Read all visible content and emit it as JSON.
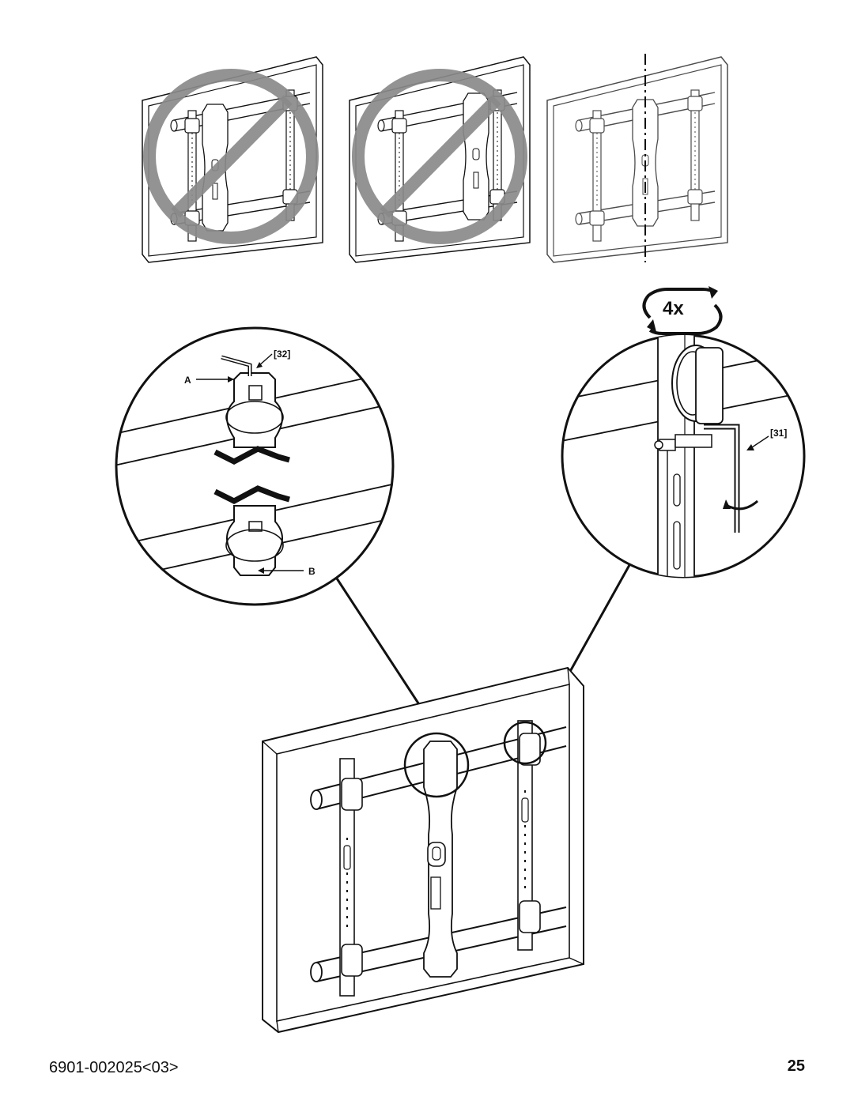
{
  "callouts": {
    "part_32": "[32]",
    "part_31": "[31]",
    "label_a": "A",
    "label_b": "B",
    "repeat_count": "4x"
  },
  "footer": {
    "doc_code": "6901-002025<03>",
    "page_number": "25"
  },
  "colors": {
    "line": "#111111",
    "prohibition": "#8a8a8a",
    "faded": "#9a9a9a"
  },
  "icons": [
    "prohibited-icon",
    "rotate-arrows-icon",
    "turn-arrow-icon"
  ]
}
